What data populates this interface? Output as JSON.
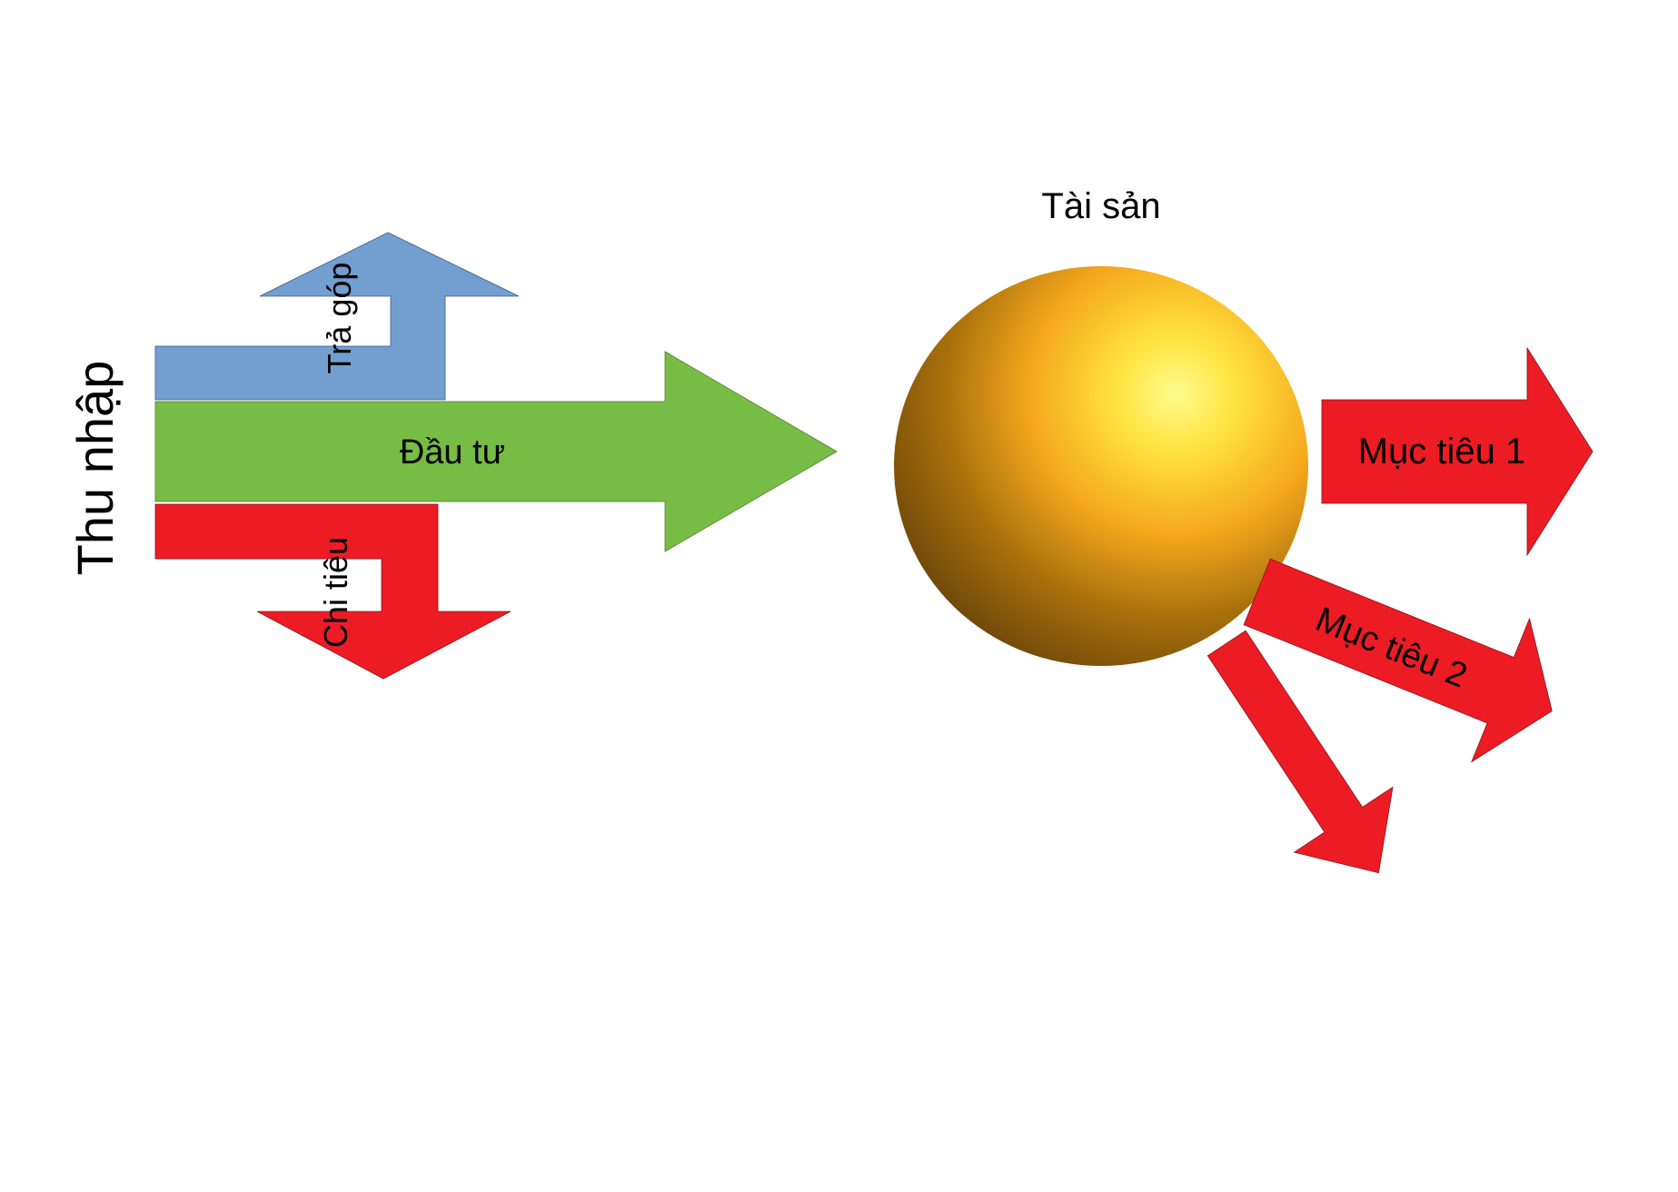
{
  "income": {
    "label": "Thu nhập"
  },
  "flows": {
    "installment": {
      "label": "Trả góp",
      "color": "#729fcf"
    },
    "investment": {
      "label": "Đầu tư",
      "color": "#77bc45"
    },
    "spending": {
      "label": "Chi tiêu",
      "color": "#ed1c24"
    }
  },
  "asset": {
    "label": "Tài sản",
    "colors": {
      "highlight": "#fffb8f",
      "light": "#ffe440",
      "mid": "#f5a81c",
      "dark": "#a8700c",
      "shadow": "#6a4409"
    }
  },
  "goals": [
    {
      "label": "Mục tiêu 1",
      "color": "#ed1c24"
    },
    {
      "label": "Mục tiêu 2",
      "color": "#ed1c24"
    },
    {
      "label": "",
      "color": "#ed1c24"
    }
  ]
}
